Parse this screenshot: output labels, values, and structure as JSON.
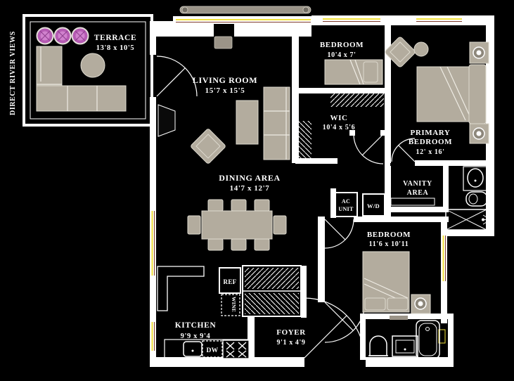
{
  "banner": "DIRECT RIVER VIEWS",
  "rooms": {
    "terrace": {
      "name": "TERRACE",
      "dims": "13'8 x 10'5"
    },
    "living_room": {
      "name": "LIVING ROOM",
      "dims": "15'7 x 15'5"
    },
    "dining_area": {
      "name": "DINING AREA",
      "dims": "14'7 x 12'7"
    },
    "bedroom_top": {
      "name": "BEDROOM",
      "dims": "10'4 x 7'"
    },
    "wic": {
      "name": "WIC",
      "dims": "10'4 x 5'6"
    },
    "primary_bedroom": {
      "name_line1": "PRIMARY",
      "name_line2": "BEDROOM",
      "dims": "12' x 16'"
    },
    "vanity_area": {
      "name_line1": "VANITY",
      "name_line2": "AREA"
    },
    "bedroom_mid": {
      "name": "BEDROOM",
      "dims": "11'6 x 10'11"
    },
    "kitchen": {
      "name": "KITCHEN",
      "dims": "9'9 x 9'4"
    },
    "foyer": {
      "name": "FOYER",
      "dims": "9'1 x 4'9"
    }
  },
  "labels": {
    "ac_line1": "AC",
    "ac_line2": "UNIT",
    "washer_dryer": "W/D",
    "refrigerator": "REF",
    "wine_cooler": "WINE",
    "dishwasher": "DW"
  },
  "colors": {
    "background": "#000000",
    "wall": "#ffffff",
    "furniture": "#b3ac9e",
    "window_line": "#f2e23b",
    "accent_line": "#7e3a2b",
    "plant": "#b55ab3",
    "label_text": "#ffffff"
  }
}
